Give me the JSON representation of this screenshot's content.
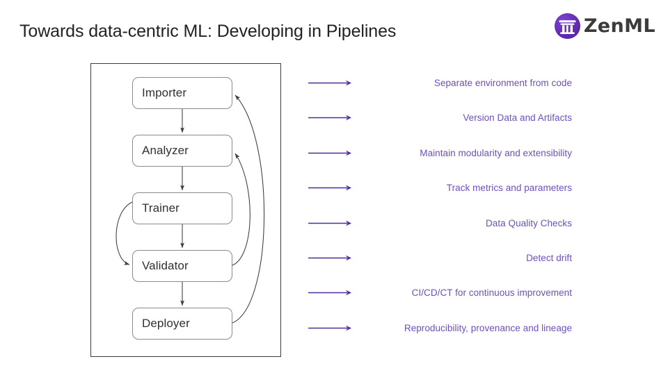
{
  "slide": {
    "title": "Towards data-centric ML: Developing in Pipelines",
    "background": "#ffffff"
  },
  "logo": {
    "name": "zenml-logo",
    "wordmark": "ZenML",
    "mark_icon": "torii-gate-icon",
    "mark_color": "#6334B8",
    "word_color": "#3b3b3b"
  },
  "pipeline": {
    "frame_color": "#3b3b3b",
    "node_border_color": "#8a8a8a",
    "node_text_color": "#303030",
    "nodes": [
      {
        "id": "importer",
        "label": "Importer"
      },
      {
        "id": "analyzer",
        "label": "Analyzer"
      },
      {
        "id": "trainer",
        "label": "Trainer"
      },
      {
        "id": "validator",
        "label": "Validator"
      },
      {
        "id": "deployer",
        "label": "Deployer"
      }
    ],
    "edges": [
      {
        "from": "importer",
        "to": "analyzer",
        "kind": "straight-down"
      },
      {
        "from": "analyzer",
        "to": "trainer",
        "kind": "straight-down"
      },
      {
        "from": "trainer",
        "to": "validator",
        "kind": "straight-down"
      },
      {
        "from": "validator",
        "to": "deployer",
        "kind": "straight-down"
      },
      {
        "from": "trainer",
        "to": "validator",
        "kind": "curve-left-feedback"
      },
      {
        "from": "validator",
        "to": "analyzer",
        "kind": "curve-right-feedback-inner"
      },
      {
        "from": "deployer",
        "to": "importer",
        "kind": "curve-right-feedback-outer"
      }
    ]
  },
  "benefits": {
    "arrow_color": "#4b2b9c",
    "text_color": "#6b4fc0",
    "items": [
      {
        "label": "Separate environment from code"
      },
      {
        "label": "Version Data and Artifacts"
      },
      {
        "label": "Maintain modularity and extensibility"
      },
      {
        "label": "Track metrics and parameters"
      },
      {
        "label": "Data Quality Checks"
      },
      {
        "label": "Detect drift"
      },
      {
        "label": "CI/CD/CT for continuous improvement"
      },
      {
        "label": "Reproducibility, provenance and lineage"
      }
    ]
  }
}
